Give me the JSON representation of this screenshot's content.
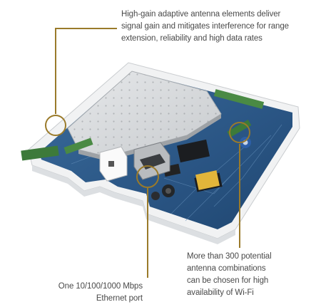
{
  "callouts": {
    "antenna": {
      "lines": [
        "High-gain adaptive antenna elements deliver",
        "signal gain and mitigates interference for range",
        "extension, reliability and high data rates"
      ]
    },
    "combinations": {
      "lines": [
        "More than 300 potential",
        "antenna combinations",
        "can be chosen for high",
        "availability of Wi-Fi"
      ]
    },
    "ethernet": {
      "lines": [
        "One 10/100/1000 Mbps",
        "Ethernet port"
      ]
    }
  },
  "colors": {
    "accent_line": "#9a7a2a",
    "board": "#2c5a8a",
    "shield": "#d7d9db",
    "casing": "#f1f2f3"
  }
}
